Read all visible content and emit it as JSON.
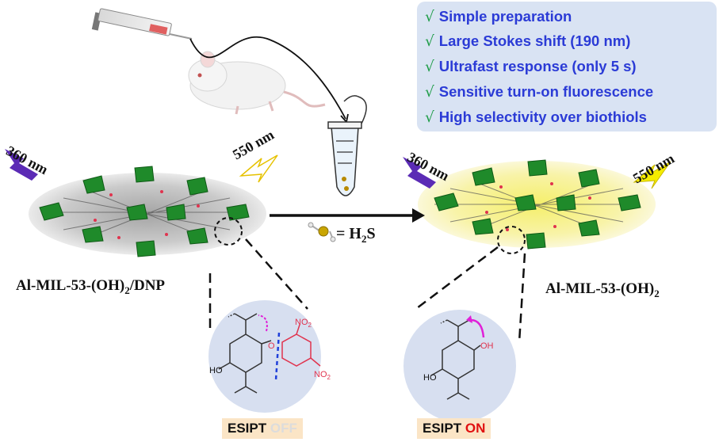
{
  "features": [
    {
      "check": "√",
      "text": "Simple preparation"
    },
    {
      "check": "√",
      "text": "Large Stokes shift (190 nm)"
    },
    {
      "check": "√",
      "text": "Ultrafast response (only 5 s)"
    },
    {
      "check": "√",
      "text": "Sensitive turn-on fluorescence"
    },
    {
      "check": "√",
      "text": "High selectivity over biothiols"
    }
  ],
  "left_mof": {
    "excitation": "360 nm",
    "emission": "550 nm",
    "label_main": "Al-MIL-53-(OH)",
    "label_sub": "2",
    "label_tail": "/DNP",
    "esipt_word": "ESIPT",
    "esipt_state": "OFF"
  },
  "right_mof": {
    "excitation": "360 nm",
    "emission": "550 nm",
    "label_main": "Al-MIL-53-(OH)",
    "label_sub": "2",
    "esipt_word": "ESIPT",
    "esipt_state": "ON"
  },
  "reaction": {
    "eq_prefix": "= H",
    "eq_sub": "2",
    "eq_suffix": "S"
  },
  "molecules": {
    "ho": "HO",
    "oh": "OH",
    "o": "O",
    "no2": "NO",
    "no2_sub": "2"
  },
  "colors": {
    "excitation_arrow": "#5b2bb5",
    "emission_off": "#ffffff",
    "emission_on": "#f4ec00",
    "mof_green": "#1f8a2a",
    "glow_on": "#f7f2a0",
    "shadow_off": "#c9c9c9",
    "nitro_red": "#e0334e",
    "magenta_arrow": "#e020d8",
    "blue_dash": "#1f3fd9",
    "off_text": "#dcdcdc",
    "on_text": "#e01010",
    "circle_fill": "#d7dff0"
  }
}
